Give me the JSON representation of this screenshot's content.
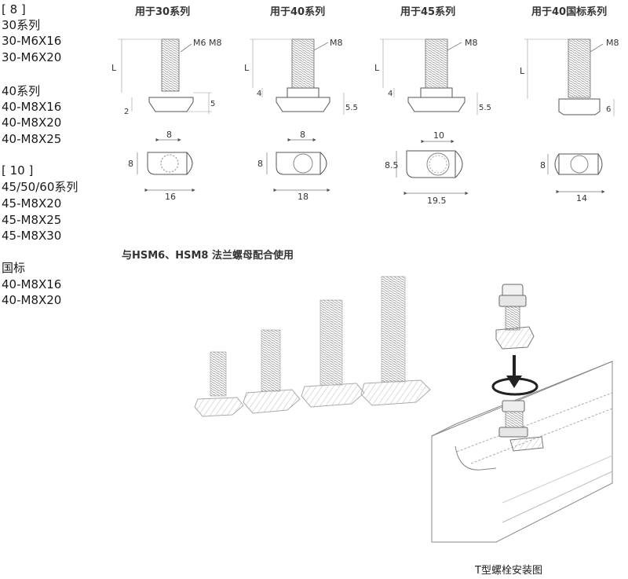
{
  "spec_list": [
    "[ 8 ]",
    "30系列",
    "30-M6X16",
    "30-M6X20",
    "40系列",
    "40-M8X16",
    "40-M8X20",
    "40-M8X25",
    "[ 10 ]",
    "45/50/60系列",
    "45-M8X20",
    "45-M8X25",
    "45-M8X30",
    "国标",
    "40-M8X16",
    "40-M8X20"
  ],
  "columns": [
    {
      "header": "用于30系列",
      "thread_label": "M6 M8",
      "dim_L": "L",
      "dim_head_h": "2",
      "dim_side": "5",
      "top_width": "8",
      "top_height": "8",
      "bottom_width": "16"
    },
    {
      "header": "用于40系列",
      "thread_label": "M8",
      "dim_L": "L",
      "dim_head_h": "4",
      "dim_side": "5.5",
      "top_width": "8",
      "top_height": "8",
      "bottom_width": "18"
    },
    {
      "header": "用于45系列",
      "thread_label": "M8",
      "dim_L": "L",
      "dim_head_h": "4",
      "dim_side": "5.5",
      "top_width": "10",
      "top_height": "8.5",
      "bottom_width": "19.5"
    },
    {
      "header": "用于40国标系列",
      "thread_label": "M8",
      "dim_L": "L",
      "dim_head_h": "",
      "dim_side": "6",
      "top_width": "",
      "top_height": "8",
      "bottom_width": "14"
    }
  ],
  "note": "与HSM6、HSM8 法兰螺母配合使用",
  "caption": "T型螺栓安装图",
  "colors": {
    "line": "#555555",
    "thread": "#8a8a8a",
    "text": "#222222",
    "hatch": "#bbbbbb"
  }
}
